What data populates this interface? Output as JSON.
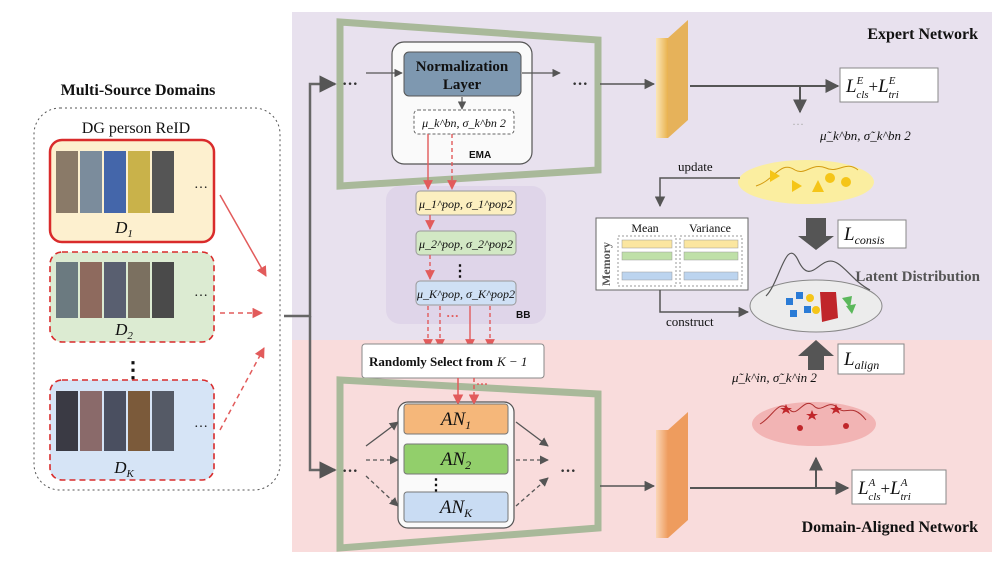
{
  "left": {
    "title": "Multi-Source Domains",
    "box_title": "DG person ReID",
    "domains": [
      {
        "label": "D",
        "sub": "1",
        "fill": "#fdf0cf",
        "border": "#d92b2b"
      },
      {
        "label": "D",
        "sub": "2",
        "fill": "#dcebd2",
        "border": "#d92b2b"
      },
      {
        "label": "D",
        "sub": "K",
        "fill": "#d6e4f6",
        "border": "#d92b2b"
      }
    ],
    "ellipsis": "…",
    "vdots": "⋮"
  },
  "expert": {
    "title": "Expert Network",
    "norm_layer": [
      "Normalization",
      "Layer"
    ],
    "bn_stats": "μ_k^bn, σ_k^bn 2",
    "ema": "EMA",
    "pop_stats": [
      "μ_1^pop, σ_1^pop2",
      "μ_2^pop, σ_2^pop2",
      "μ_K^pop, σ_K^pop2"
    ],
    "bb": "BB",
    "loss_base": "L",
    "loss_e1_sub": "cls",
    "loss_e1_sup": "E",
    "loss_plus": "+",
    "loss_e2_sub": "tri",
    "loss_e2_sup": "E",
    "tilde_stats": "μ̃_k^bn, σ̃_k^bn 2",
    "update": "update",
    "memory": "Memory",
    "mean": "Mean",
    "variance": "Variance",
    "construct": "construct",
    "consis_sub": "consis",
    "latent": "Latent Distribution",
    "dots": "···"
  },
  "aligned": {
    "title": "Domain-Aligned Network",
    "randomly": "Randomly Select from",
    "k_minus": "K − 1",
    "an_labels": [
      "AN",
      "AN",
      "AN"
    ],
    "an_subs": [
      "1",
      "2",
      "K"
    ],
    "align_sub": "align",
    "tilde_in": "μ̃_k^in, σ̃_k^in 2",
    "loss_a1_sub": "cls",
    "loss_a1_sup": "A",
    "loss_a2_sub": "tri",
    "loss_a2_sup": "A",
    "dots": "···"
  },
  "colors": {
    "expert_bg": "#e8e1ee",
    "aligned_bg": "#f9dcdc",
    "trapezoid": "#a9b99a",
    "feature": "#f2c77a",
    "feature_aligned": "#f4b484",
    "red": "#e25b5b",
    "arrow": "#555555",
    "an1": "#f5b77a",
    "an2": "#92cf6b",
    "ank": "#c9dcf3"
  }
}
